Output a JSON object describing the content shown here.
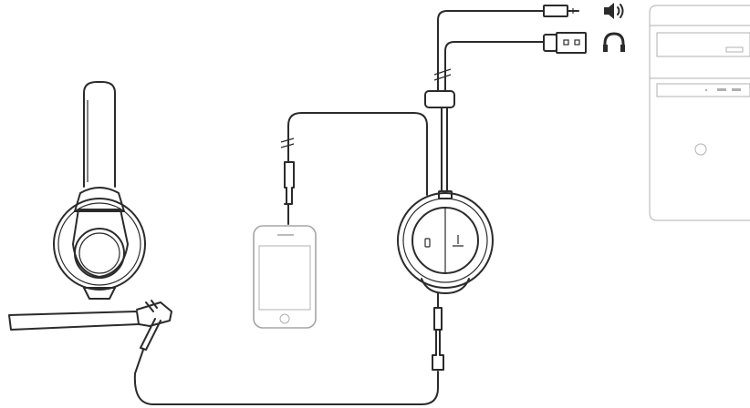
{
  "diagram": {
    "components": [
      {
        "id": "headset",
        "icon": "headset-icon"
      },
      {
        "id": "boom-mic",
        "icon": "boom-microphone-icon"
      },
      {
        "id": "smartphone",
        "icon": "smartphone-icon"
      },
      {
        "id": "control-module",
        "icon": "control-module-icon"
      },
      {
        "id": "desktop-computer",
        "icon": "desktop-tower-icon"
      }
    ],
    "connectors": [
      {
        "id": "audio-jack-3.5mm",
        "icon": "speaker-icon"
      },
      {
        "id": "usb-a",
        "icon": "headphone-icon"
      }
    ],
    "colors": {
      "ink": "#2b2b2b",
      "inactive": "#a5a5a5"
    }
  }
}
